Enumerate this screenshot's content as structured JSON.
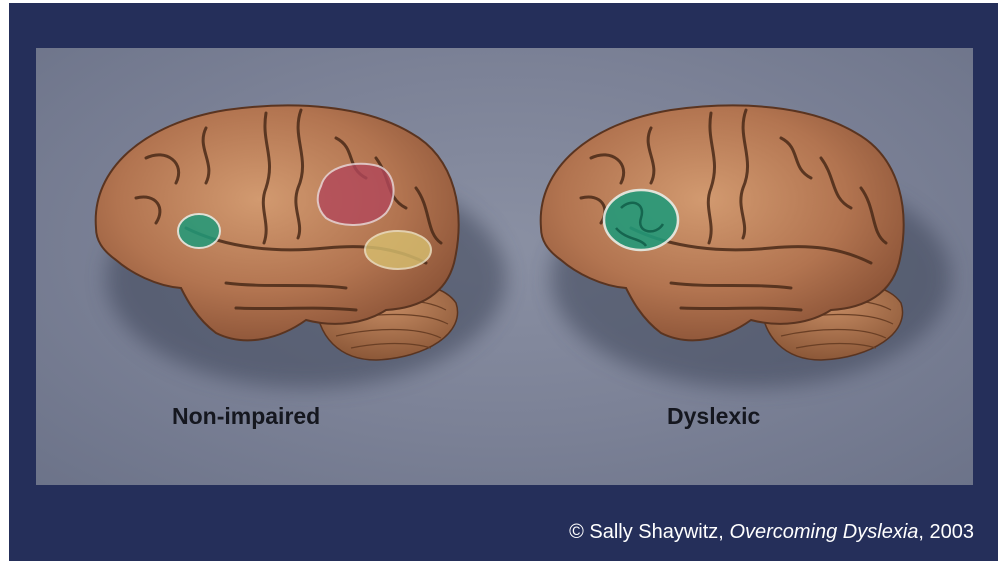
{
  "panels": [
    {
      "label": "Non-impaired",
      "highlights": [
        "green",
        "red",
        "yellow"
      ]
    },
    {
      "label": "Dyslexic",
      "highlights": [
        "green"
      ]
    }
  ],
  "caption": {
    "copyright_symbol": "©",
    "author": "Sally Shaywitz,",
    "book": "Overcoming Dyslexia",
    "year": ", 2003"
  },
  "colors": {
    "frame": "#252f5a",
    "panel": "#7b8196",
    "brain": "#b87a52",
    "highlight_green": "#1f9a7a",
    "highlight_red": "#b2475a",
    "highlight_yellow": "#d8c070"
  }
}
